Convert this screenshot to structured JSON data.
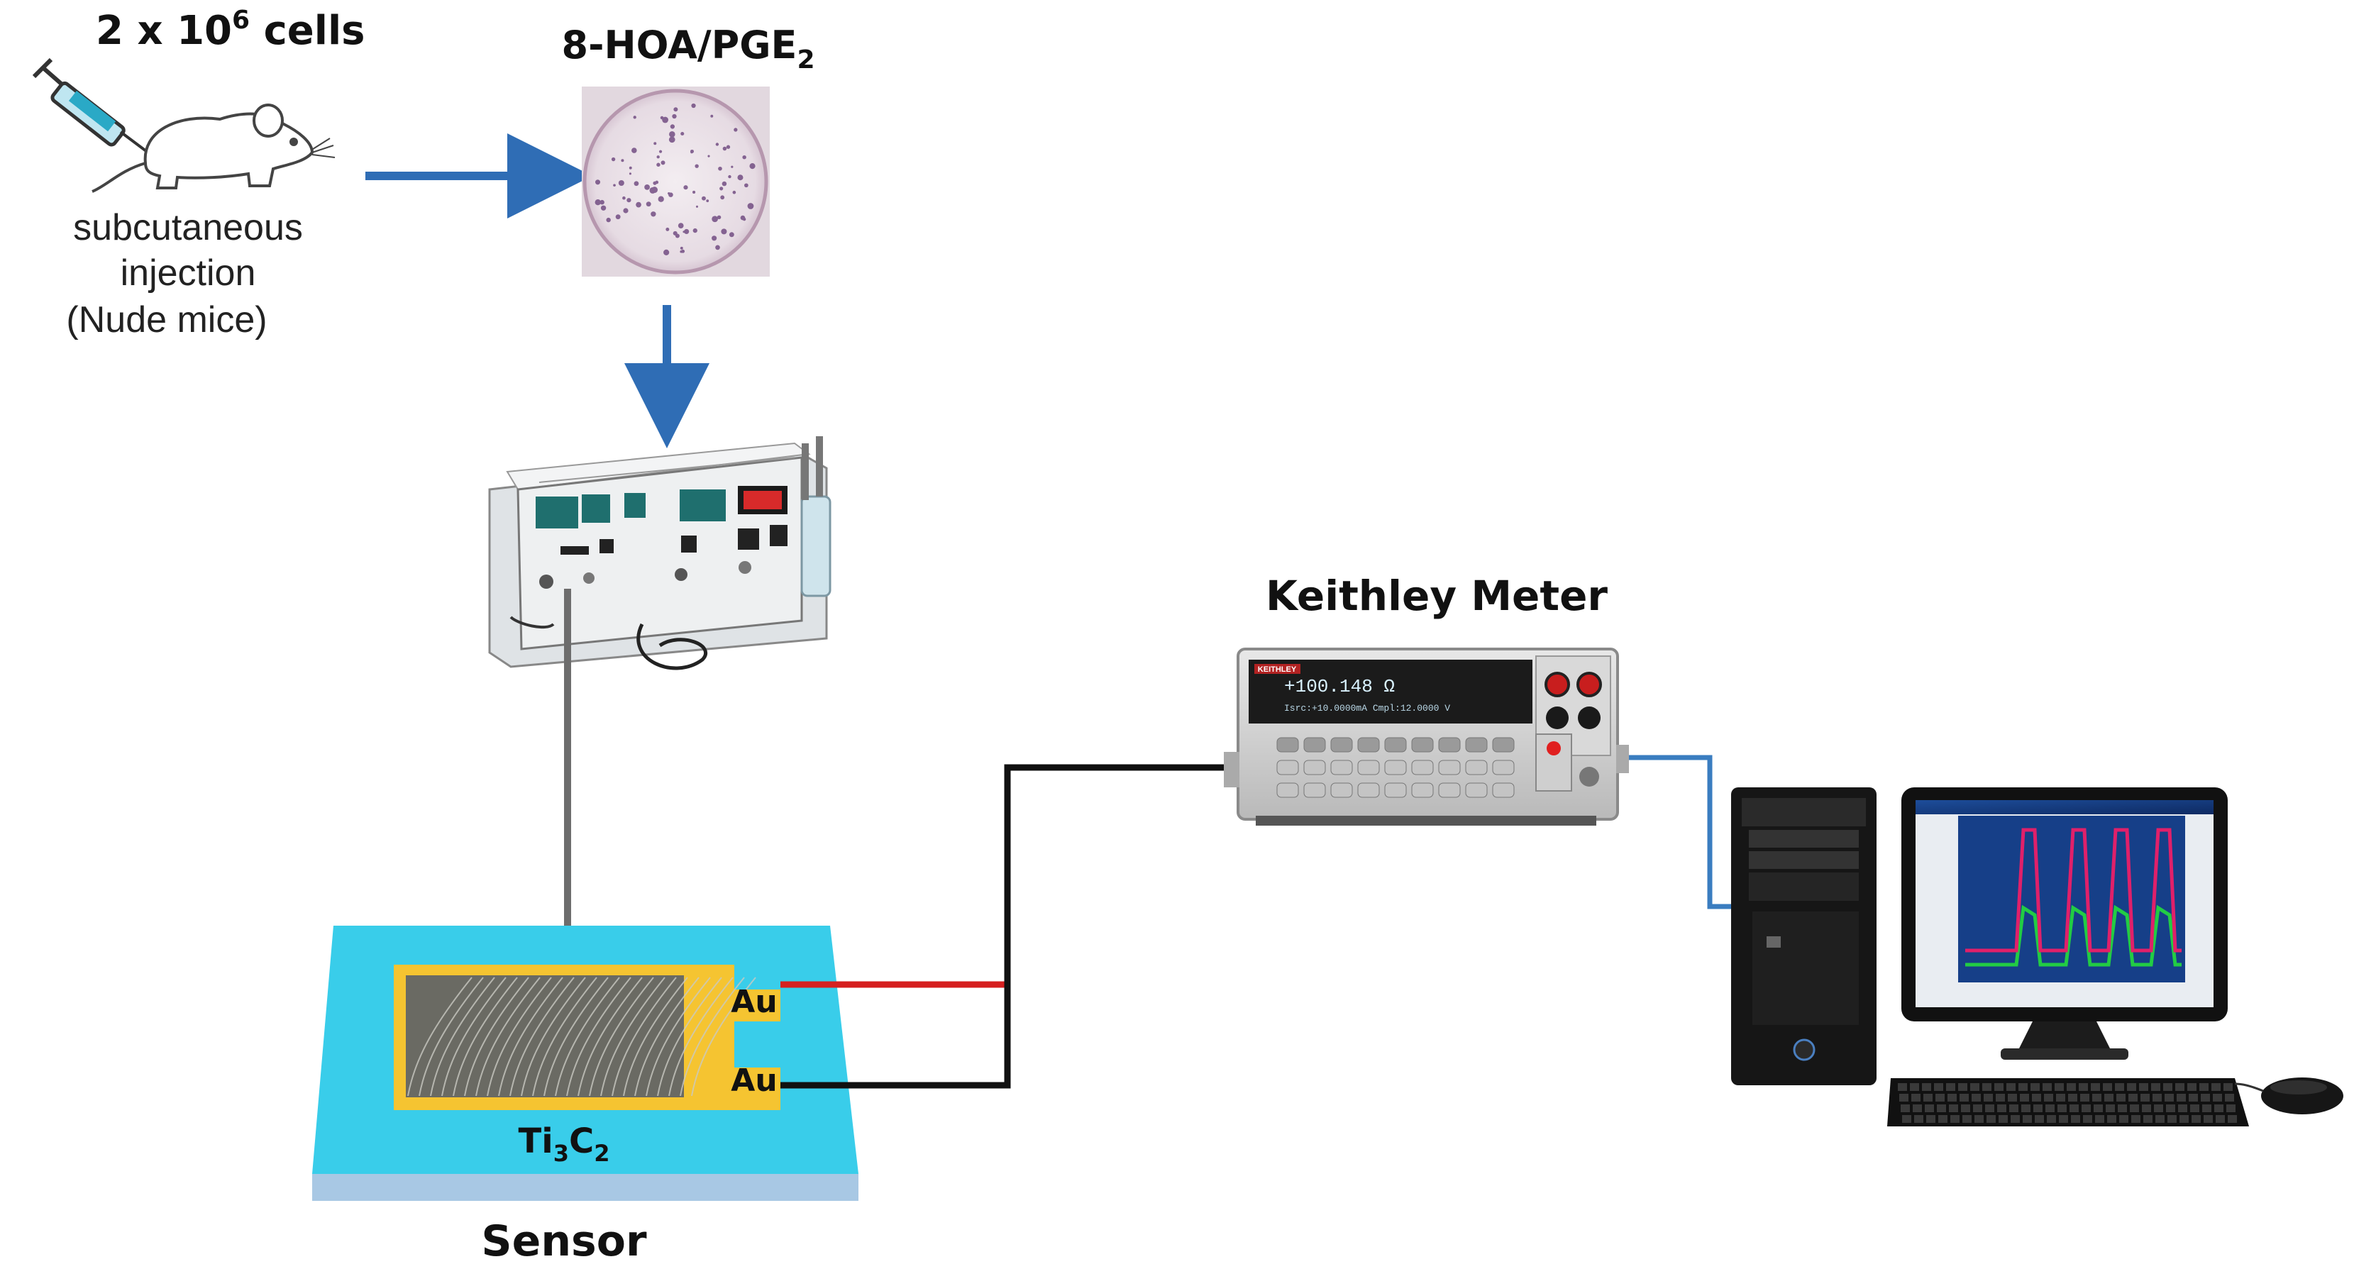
{
  "cells_label": {
    "main": "2 x 10",
    "exp": "6",
    "rest": " cells"
  },
  "injection_label": [
    "subcutaneous",
    "injection",
    "(Nude mice)"
  ],
  "treatment_label": {
    "main": "8-HOA/PGE",
    "sub": "2"
  },
  "meter_label": "Keithley Meter",
  "meter_display": [
    "+100.148 Ω",
    "Isrc:+10.0000mA   Cmpl:12.0000 V"
  ],
  "meter_brand": "KEITHLEY",
  "electrode_labels": [
    "Au",
    "Au"
  ],
  "substrate_label": {
    "a": "Ti",
    "a_sub": "3",
    "b": "C",
    "b_sub": "2"
  },
  "sensor_label": "Sensor",
  "colors": {
    "arrow": "#2f6db5",
    "sensor_top": "#39cdea",
    "sensor_front": "#a8c8e4",
    "electrode": "#f5c431",
    "red_wire": "#d62020",
    "black_wire": "#111111",
    "blue_wire": "#3a7dc0",
    "grey_wire": "#6d6d6d"
  }
}
